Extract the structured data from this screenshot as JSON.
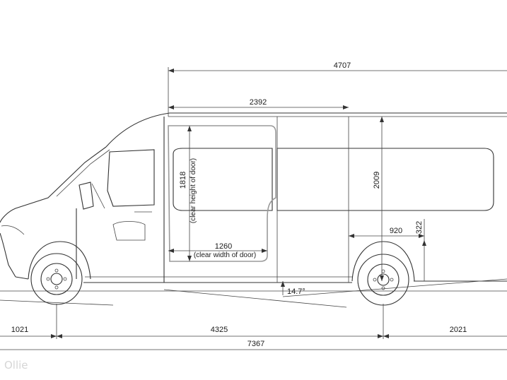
{
  "diagram": {
    "dimensions": {
      "overall_length": "7367",
      "front_overhang": "1021",
      "wheelbase": "4325",
      "rear_overhang": "2021",
      "cargo_length": "4707",
      "door_to_bulkhead": "2392",
      "interior_height": "2009",
      "wheel_arch_width": "920",
      "wheel_arch_height": "322",
      "door_clear_height_value": "1818",
      "door_clear_height_note": "(clear height of door)",
      "door_clear_width_value": "1260",
      "door_clear_width_note": "(clear width of door)",
      "approach_angle": "14.7°"
    },
    "watermark": "Ollie"
  }
}
